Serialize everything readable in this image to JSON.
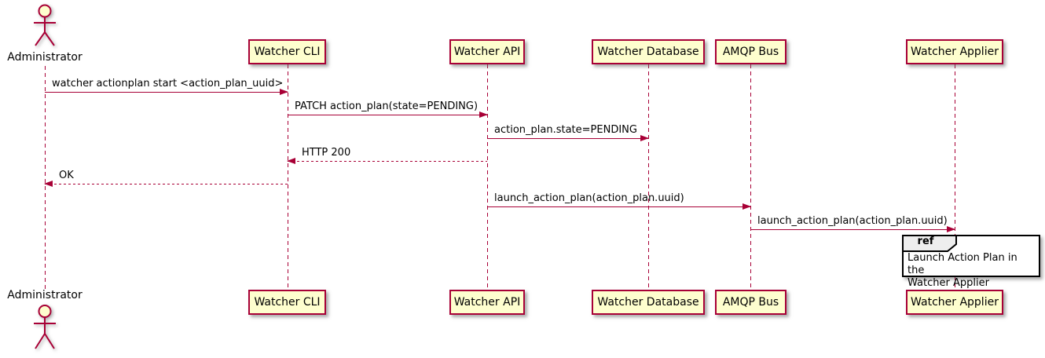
{
  "diagram_type": "sequence",
  "actor": {
    "label": "Administrator"
  },
  "participants": [
    {
      "label": "Watcher CLI"
    },
    {
      "label": "Watcher API"
    },
    {
      "label": "Watcher Database"
    },
    {
      "label": "AMQP Bus"
    },
    {
      "label": "Watcher Applier"
    }
  ],
  "messages": [
    {
      "label": "watcher actionplan start <action_plan_uuid>",
      "from": "Administrator",
      "to": "Watcher CLI",
      "line": "solid"
    },
    {
      "label": "PATCH action_plan(state=PENDING)",
      "from": "Watcher CLI",
      "to": "Watcher API",
      "line": "solid"
    },
    {
      "label": "action_plan.state=PENDING",
      "from": "Watcher API",
      "to": "Watcher Database",
      "line": "solid"
    },
    {
      "label": "HTTP 200",
      "from": "Watcher API",
      "to": "Watcher CLI",
      "line": "dashed"
    },
    {
      "label": "OK",
      "from": "Watcher CLI",
      "to": "Administrator",
      "line": "dashed"
    },
    {
      "label": "launch_action_plan(action_plan.uuid)",
      "from": "Watcher API",
      "to": "AMQP Bus",
      "line": "solid"
    },
    {
      "label": "launch_action_plan(action_plan.uuid)",
      "from": "AMQP Bus",
      "to": "Watcher Applier",
      "line": "solid"
    }
  ],
  "ref": {
    "keyword": "ref",
    "lines": [
      "Launch Action Plan in the",
      "Watcher Applier"
    ]
  },
  "colors": {
    "participant_fill": "#FEFECE",
    "accent": "#A80036",
    "ref_border": "#000000",
    "ref_header_fill": "#EEEEEE",
    "background": "#FFFFFF",
    "text": "#000000"
  }
}
